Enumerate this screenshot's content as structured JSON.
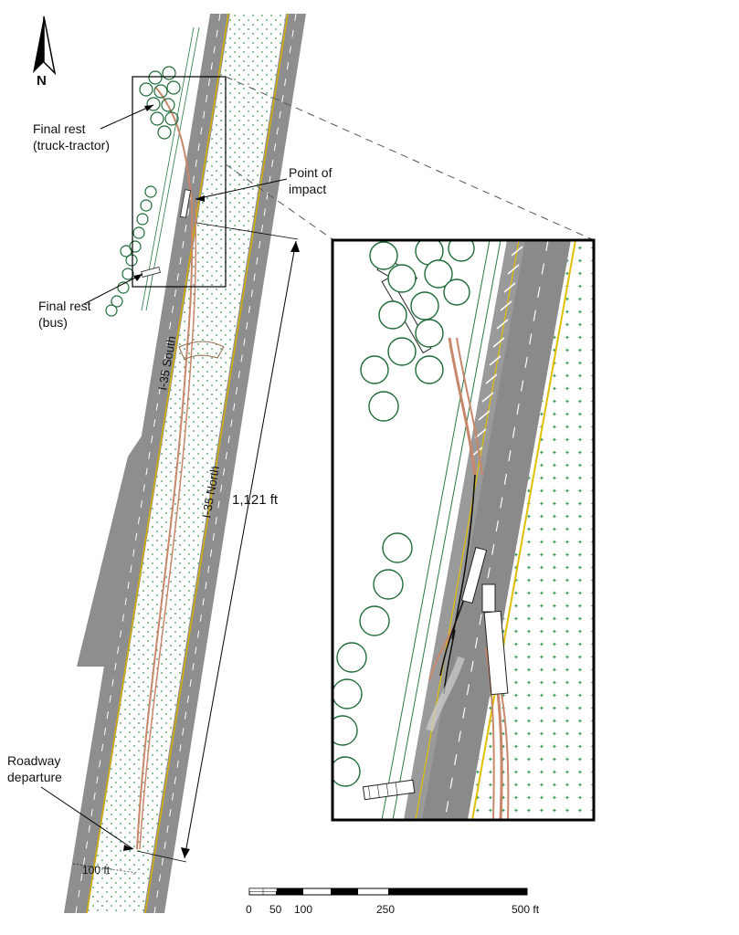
{
  "north_arrow": {
    "letter": "N",
    "icon": "north-arrow-icon"
  },
  "labels": {
    "final_rest_truck": [
      "Final rest",
      "(truck-tractor)"
    ],
    "point_of_impact": [
      "Point of",
      "impact"
    ],
    "final_rest_bus": [
      "Final rest",
      "(bus)"
    ],
    "roadway_departure": [
      "Roadway",
      "departure"
    ],
    "i35_south": "I-35 South",
    "i35_north": "I-35 North",
    "distance": "1,121 ft",
    "median_width": "100 ft"
  },
  "scale_bar": {
    "ticks": [
      "0",
      "50",
      "100",
      "250",
      "500 ft"
    ]
  },
  "colors": {
    "pavement": "#8c8c8c",
    "pavement_dark": "#7a7a7a",
    "median_dots": "#2f8a4a",
    "edge_line": "#c9a400",
    "tire_marks": "#c8876a",
    "trees": "#1f6b3a",
    "frame": "#000000"
  }
}
